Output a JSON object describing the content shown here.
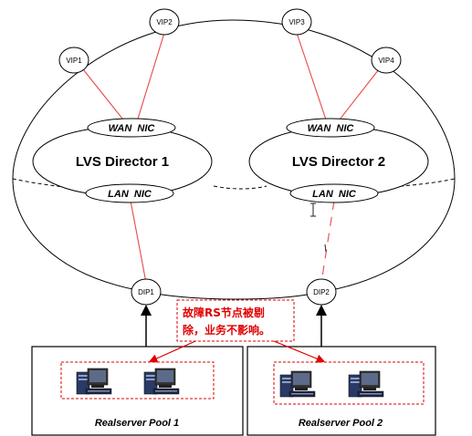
{
  "vips": [
    "VIP1",
    "VIP2",
    "VIP3",
    "VIP4"
  ],
  "directors": [
    {
      "name": "LVS Director 1",
      "wan_nic": "WAN  NIC",
      "lan_nic": "LAN  NIC",
      "dip": "DIP1"
    },
    {
      "name": "LVS Director 2",
      "wan_nic": "WAN  NIC",
      "lan_nic": "LAN  NIC",
      "dip": "DIP2"
    }
  ],
  "pools": [
    {
      "name": "Realserver Pool 1"
    },
    {
      "name": "Realserver Pool 2"
    }
  ],
  "annotation": {
    "line1": "故障RS节点被剔",
    "line2": "除，业务不影响。"
  },
  "colors": {
    "link": "#e8484b",
    "note": "#e00000",
    "outline": "#000000"
  }
}
